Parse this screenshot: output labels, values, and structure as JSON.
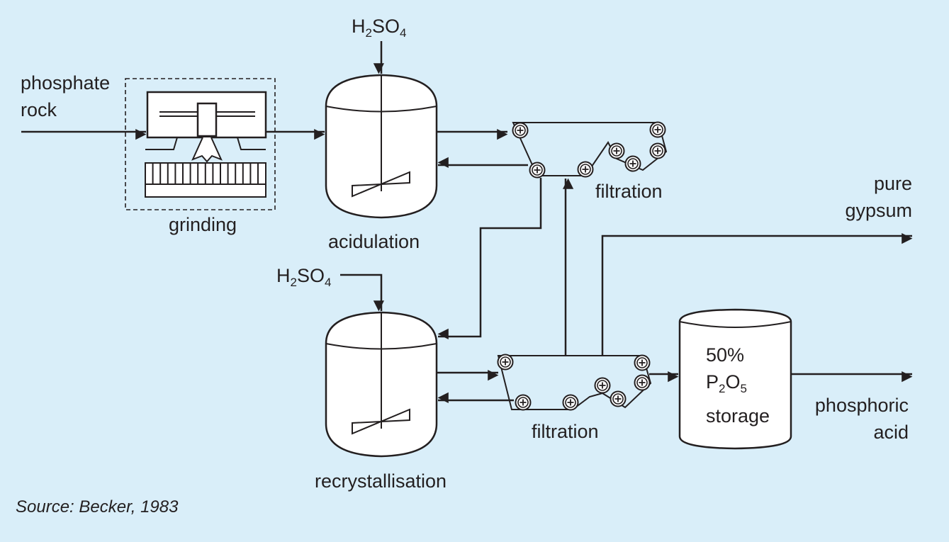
{
  "labels": {
    "phosphate_rock": [
      "phosphate",
      "rock"
    ],
    "grinding": "grinding",
    "acidulation": "acidulation",
    "filtration_top": "filtration",
    "filtration_bottom": "filtration",
    "recrystallisation": "recrystallisation",
    "pure_gypsum": [
      "pure",
      "gypsum"
    ],
    "phosphoric_acid": [
      "phosphoric",
      "acid"
    ],
    "storage": [
      "50%",
      "storage"
    ],
    "p2o5": {
      "p": "P",
      "p_sub": "2",
      "o": "O",
      "o_sub": "5"
    },
    "h2so4": {
      "h": "H",
      "h_sub": "2",
      "so": "SO",
      "so_sub": "4"
    }
  },
  "source": "Source: Becker, 1983",
  "colors": {
    "background": "#d9eef9",
    "line": "#231f20",
    "fill": "#ffffff"
  }
}
